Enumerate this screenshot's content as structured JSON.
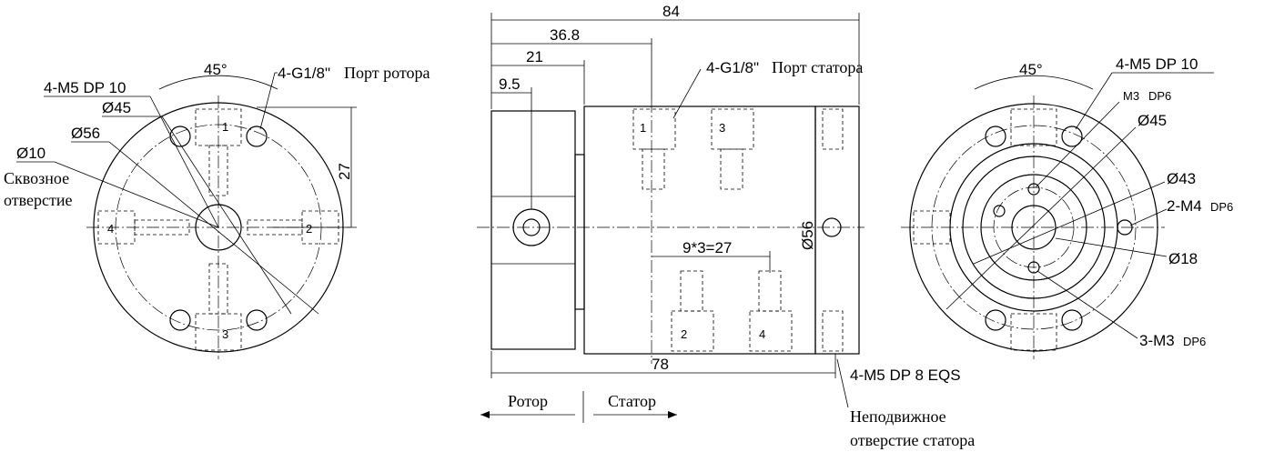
{
  "left_view": {
    "angle": "45°",
    "rotor_port": "4-G1/8\"",
    "rotor_port_text": "Порт ротора",
    "m5": "4-M5 DP 10",
    "d45": "Ø45",
    "d56": "Ø56",
    "d10": "Ø10",
    "through_1": "Сквозное",
    "through_2": "отверстие",
    "dim27": "27",
    "port1": "1",
    "port2": "2",
    "port3": "3",
    "port4": "4"
  },
  "center_view": {
    "dim84": "84",
    "dim36": "36.8",
    "dim21": "21",
    "dim9": "9.5",
    "stator_port": "4-G1/8\"",
    "stator_port_text": "Порт статора",
    "dim27": "9*3=27",
    "d56": "Ø56",
    "dim78": "78",
    "m5eqs": "4-M5 DP 8 EQS",
    "rotor": "Ротор",
    "stator": "Статор",
    "fixed_1": "Неподвижное",
    "fixed_2": "отверстие статора",
    "port1": "1",
    "port2": "2",
    "port3": "3",
    "port4": "4"
  },
  "right_view": {
    "angle": "45°",
    "m5": "4-M5 DP 10",
    "m3": "M3",
    "m3dp": "DP6",
    "d45": "Ø45",
    "d43": "Ø43",
    "m4": "2-M4",
    "m4dp": "DP6",
    "d18": "Ø18",
    "m3x3": "3-M3",
    "m3x3dp": "DP6"
  }
}
